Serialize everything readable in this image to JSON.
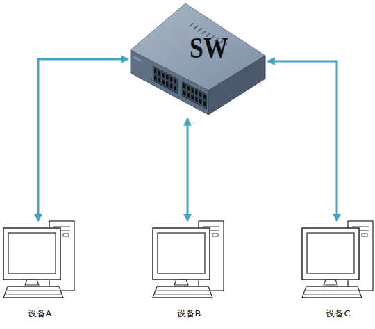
{
  "diagram": {
    "nodes": [
      {
        "text": [
          "SW"
        ]
      },
      {
        "text": [
          "设备A"
        ]
      },
      {
        "text": [
          "设备B"
        ]
      },
      {
        "text": [
          "设备C"
        ]
      }
    ],
    "edges": [
      {
        "from": 0,
        "to": 1,
        "arrow": "both"
      },
      {
        "from": 0,
        "to": 2,
        "arrow": "both"
      },
      {
        "from": 0,
        "to": 3,
        "arrow": "both"
      }
    ]
  }
}
